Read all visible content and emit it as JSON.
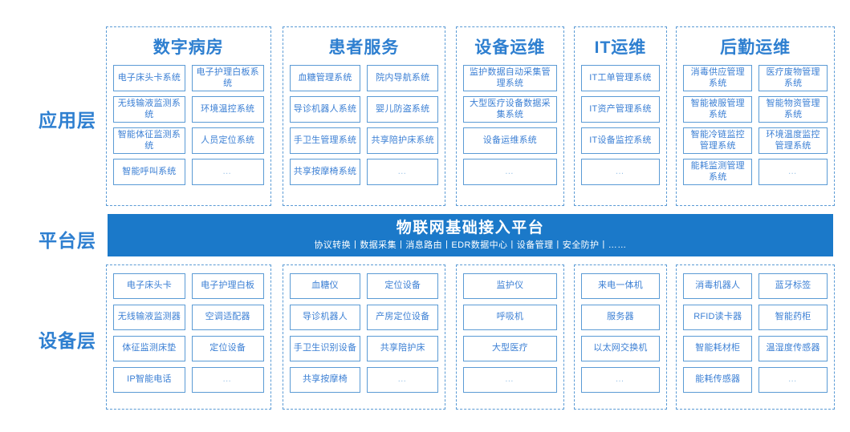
{
  "layers": {
    "application_label": "应用层",
    "platform_label": "平台层",
    "device_label": "设备层"
  },
  "colors": {
    "accent_blue": "#2E7FD0",
    "platform_bar": "#1B79C9",
    "card_border": "#5B9BD5",
    "card_text": "#3B7FD4",
    "dashed_border": "#5B9BD5"
  },
  "platform": {
    "title": "物联网基础接入平台",
    "subtitle": "协议转换丨数据采集丨消息路由丨EDR数据中心丨设备管理丨安全防护丨……"
  },
  "application_groups": [
    {
      "title": "数字病房",
      "cards": [
        "电子床头卡系统",
        "电子护理白板系统",
        "无线输液监测系统",
        "环境温控系统",
        "智能体征监测系统",
        "人员定位系统",
        "智能呼叫系统",
        "…"
      ]
    },
    {
      "title": "患者服务",
      "cards": [
        "血糖管理系统",
        "院内导航系统",
        "导诊机器人系统",
        "婴儿防盗系统",
        "手卫生管理系统",
        "共享陪护床系统",
        "共享按摩椅系统",
        "…"
      ]
    },
    {
      "title": "设备运维",
      "cards": [
        "监护数据自动采集管理系统",
        "大型医疗设备数据采集系统",
        "设备运维系统",
        "…"
      ]
    },
    {
      "title": "IT运维",
      "cards": [
        "IT工单管理系统",
        "IT资产管理系统",
        "IT设备监控系统",
        "…"
      ]
    },
    {
      "title": "后勤运维",
      "cards": [
        "消毒供应管理系统",
        "医疗废物管理系统",
        "智能被服管理系统",
        "智能物资管理系统",
        "智能冷链监控管理系统",
        "环境温度监控管理系统",
        "能耗监测管理系统",
        "…"
      ]
    }
  ],
  "device_groups": [
    {
      "cards": [
        "电子床头卡",
        "电子护理白板",
        "无线输液监测器",
        "空调适配器",
        "体征监测床垫",
        "定位设备",
        "IP智能电话",
        "…"
      ]
    },
    {
      "cards": [
        "血糖仪",
        "定位设备",
        "导诊机器人",
        "产房定位设备",
        "手卫生识别设备",
        "共享陪护床",
        "共享按摩椅",
        "…"
      ]
    },
    {
      "cards": [
        "监护仪",
        "呼吸机",
        "大型医疗",
        "…"
      ]
    },
    {
      "cards": [
        "来电一体机",
        "服务器",
        "以太网交换机",
        "…"
      ]
    },
    {
      "cards": [
        "消毒机器人",
        "蓝牙标签",
        "RFID读卡器",
        "智能药柜",
        "智能耗材柜",
        "温湿度传感器",
        "能耗传感器",
        "…"
      ]
    }
  ]
}
